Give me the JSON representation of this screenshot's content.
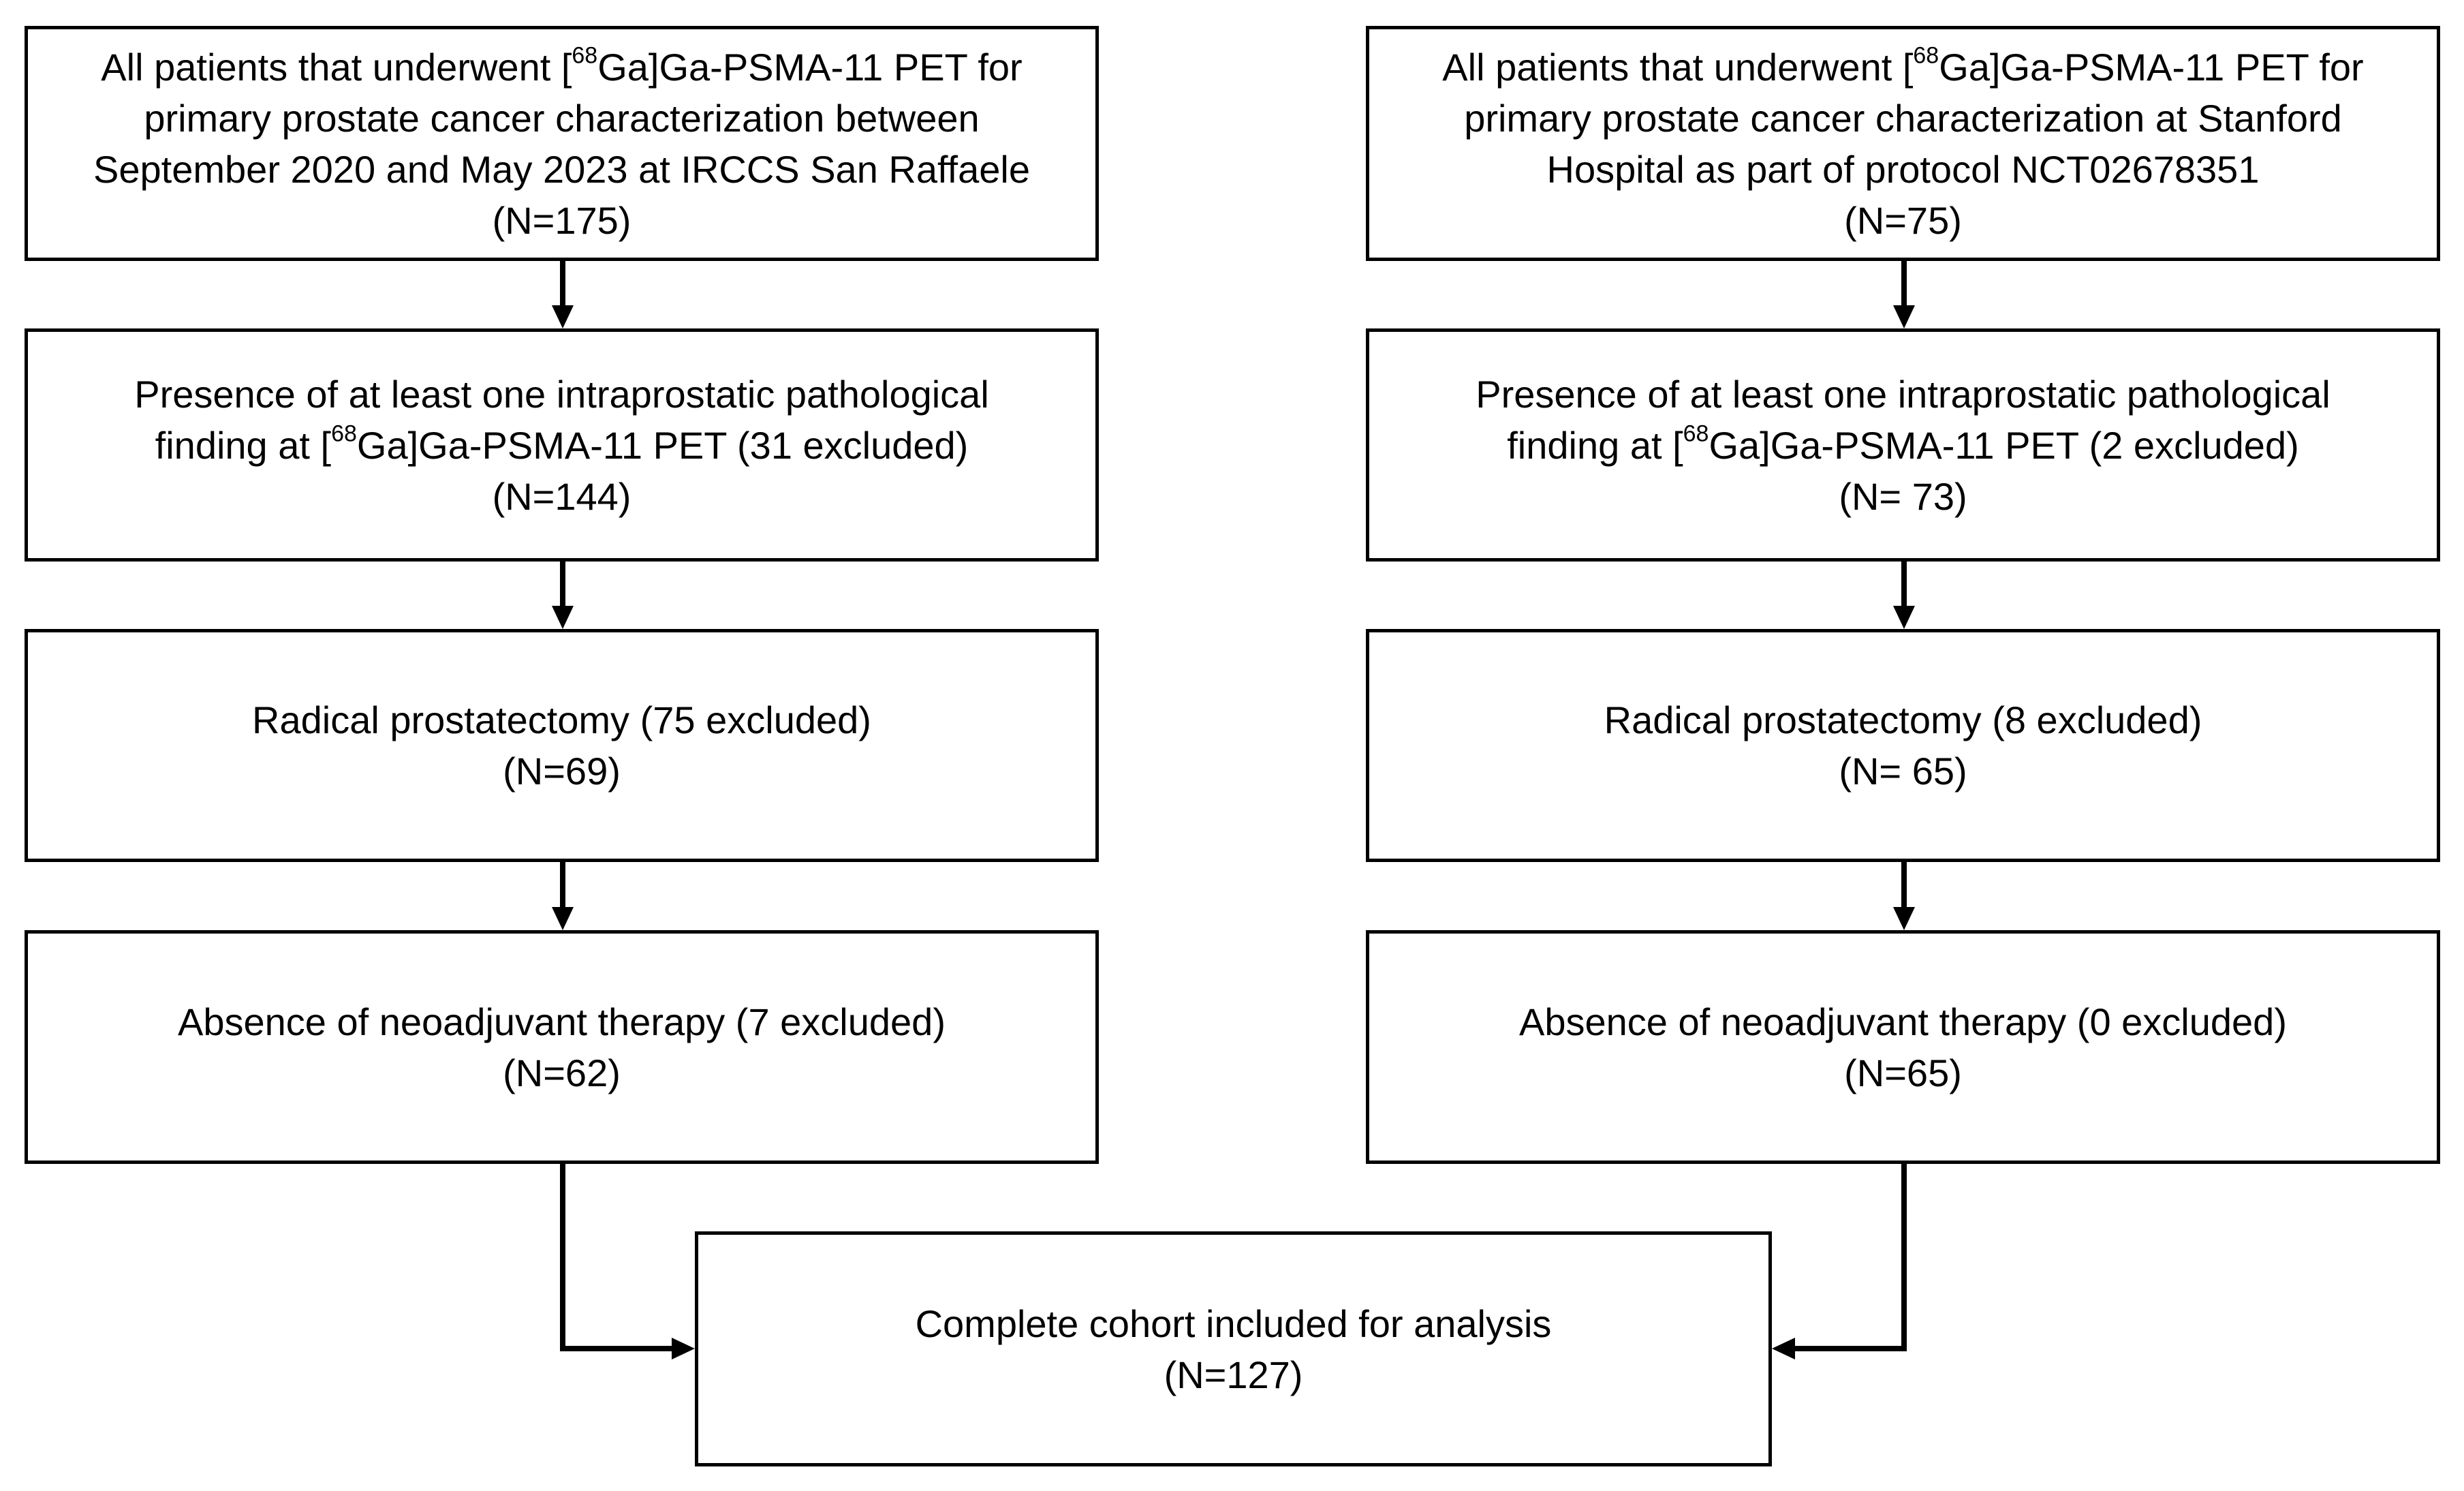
{
  "left_column": {
    "box1": {
      "line1_prefix": "All patients that underwent [",
      "line1_sup": "68",
      "line1_suffix": "Ga]Ga-PSMA-11 PET for",
      "line2": "primary prostate cancer characterization between",
      "line3": "September 2020 and May 2023 at IRCCS San Raffaele",
      "count": "(N=175)"
    },
    "box2": {
      "line1": "Presence of at least one intraprostatic pathological",
      "line2_prefix": "finding at [",
      "line2_sup": "68",
      "line2_suffix": "Ga]Ga-PSMA-11 PET  (31 excluded)",
      "count": "(N=144)"
    },
    "box3": {
      "line1": "Radical prostatectomy (75 excluded)",
      "count": "(N=69)"
    },
    "box4": {
      "line1": "Absence of neoadjuvant therapy (7 excluded)",
      "count": "(N=62)"
    }
  },
  "right_column": {
    "box1": {
      "line1_prefix": "All patients that underwent [",
      "line1_sup": "68",
      "line1_suffix": "Ga]Ga-PSMA-11 PET for",
      "line2": "primary prostate cancer characterization at Stanford",
      "line3": "Hospital as part of protocol NCT02678351",
      "count": "(N=75)"
    },
    "box2": {
      "line1": "Presence of at least one intraprostatic pathological",
      "line2_prefix": "finding at [",
      "line2_sup": "68",
      "line2_suffix": "Ga]Ga-PSMA-11 PET  (2 excluded)",
      "count": "(N= 73)"
    },
    "box3": {
      "line1": "Radical prostatectomy (8 excluded)",
      "count": "(N= 65)"
    },
    "box4": {
      "line1": "Absence of neoadjuvant therapy (0 excluded)",
      "count": "(N=65)"
    }
  },
  "final_box": {
    "line1": "Complete cohort included for analysis",
    "count": "(N=127)"
  },
  "colors": {
    "line": "#000000",
    "box_border": "#000000",
    "background": "#ffffff"
  }
}
